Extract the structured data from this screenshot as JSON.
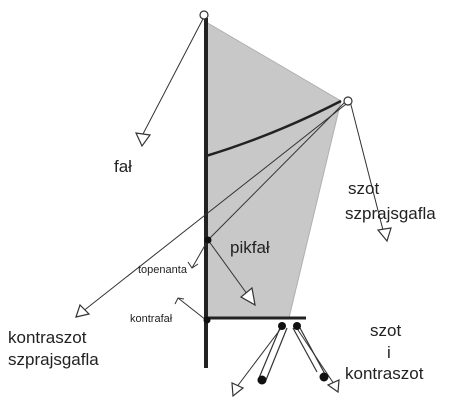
{
  "labels": {
    "fal": "fał",
    "szot_szprajsgafla_1": "szot",
    "szot_szprajsgafla_2": "szprajsgafla",
    "pikfal": "pikfał",
    "topenanta": "topenanta",
    "kontrafal": "kontrafał",
    "kontraszot_1": "kontraszot",
    "kontraszot_2": "szprajsgafla",
    "szot_i_kontraszot_1": "szot",
    "szot_i_kontraszot_2": "i",
    "szot_i_kontraszot_3": "kontraszot"
  },
  "colors": {
    "sail": "#c8c8c8",
    "sail_edge": "#b0b0b0",
    "spars": "#222222",
    "ropes": "#333333"
  }
}
